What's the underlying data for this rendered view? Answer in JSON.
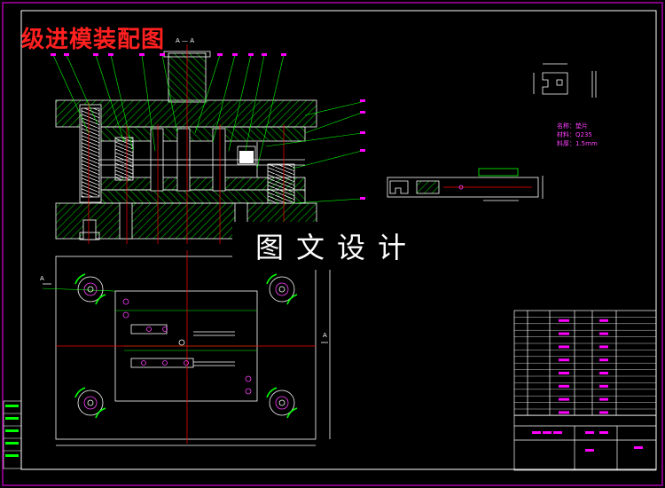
{
  "drawing": {
    "title": "级进模装配图",
    "watermark": "图文设计",
    "section_label": "A — A",
    "section_marker": "A",
    "part_notes": [
      {
        "label": "名称",
        "value": "垫片"
      },
      {
        "label": "材料",
        "value": "Q235"
      },
      {
        "label": "料厚",
        "value": "1.5mm"
      }
    ]
  },
  "colors": {
    "background": "#000000",
    "frame": "#ffffff",
    "magenta": "#ff00ff",
    "green": "#00ff00",
    "red": "#ff0000",
    "yellow": "#ffff00",
    "hatch": "#00c000"
  }
}
